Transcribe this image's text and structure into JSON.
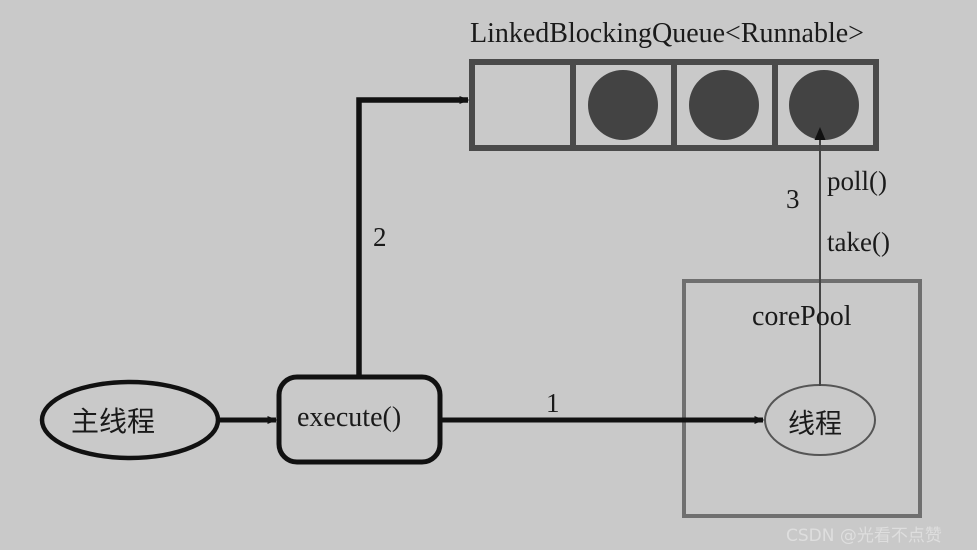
{
  "diagram": {
    "background_color": "#c9c9c9",
    "queue": {
      "title": "LinkedBlockingQueue<Runnable>",
      "border_color": "#4a4a4a",
      "cell_fill": "#c9c9c9",
      "task_color": "#434343",
      "cells": [
        {
          "name": "cell-empty",
          "has_task": false
        },
        {
          "name": "cell-task-1",
          "has_task": true
        },
        {
          "name": "cell-task-2",
          "has_task": true
        },
        {
          "name": "cell-task-3",
          "has_task": true
        }
      ]
    },
    "main_thread": {
      "label": "主线程",
      "shape": "ellipse",
      "stroke_color": "#111111"
    },
    "execute_box": {
      "label": "execute()",
      "shape": "rounded-rect",
      "stroke_color": "#111111"
    },
    "core_pool": {
      "label": "corePool",
      "stroke_color": "#6f6f6f",
      "thread": {
        "label": "线程",
        "shape": "ellipse",
        "stroke_color": "#555555"
      }
    },
    "arrows": [
      {
        "name": "main-to-execute",
        "label": "",
        "style": "thick"
      },
      {
        "name": "execute-to-corepool",
        "label": "1",
        "style": "thick"
      },
      {
        "name": "execute-to-queue",
        "label": "2",
        "style": "thick"
      },
      {
        "name": "thread-to-queue",
        "label": "3",
        "style": "thin"
      }
    ],
    "annotations": {
      "step_1": "1",
      "step_2": "2",
      "step_3": "3",
      "poll": "poll()",
      "take": "take()"
    },
    "watermark": "CSDN @光看不点赞"
  }
}
